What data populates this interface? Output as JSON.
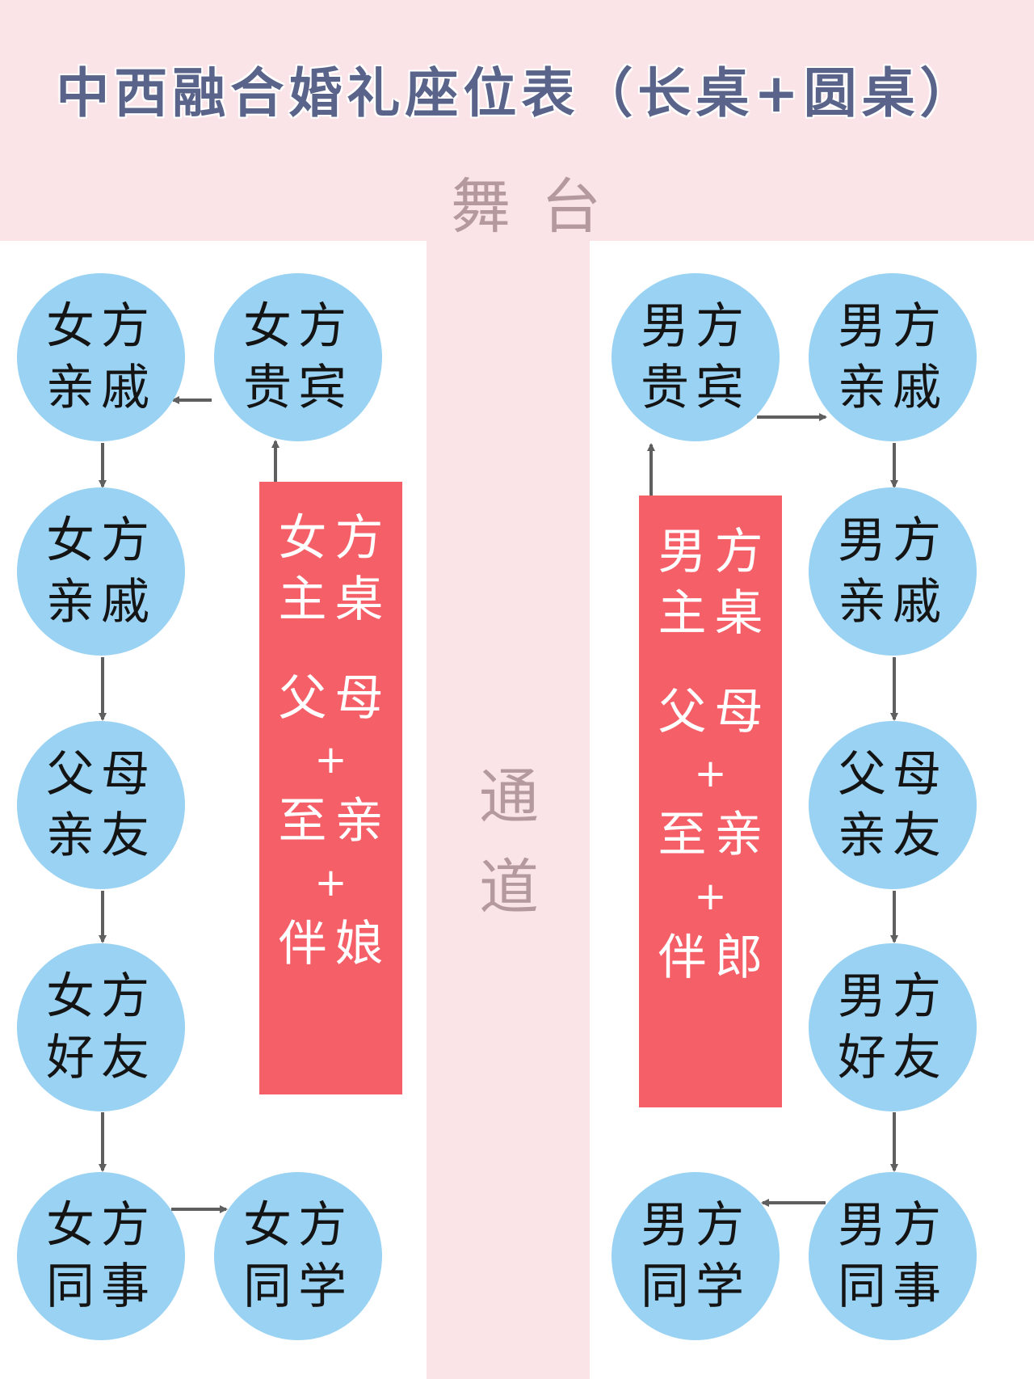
{
  "title": "中西融合婚礼座位表（长桌+圆桌）",
  "stage_label": "舞台",
  "aisle_label_1": "通",
  "aisle_label_2": "道",
  "bride_side": {
    "circles": [
      {
        "line1": "女方",
        "line2": "亲戚"
      },
      {
        "line1": "女方",
        "line2": "贵宾"
      },
      {
        "line1": "女方",
        "line2": "亲戚"
      },
      {
        "line1": "父母",
        "line2": "亲友"
      },
      {
        "line1": "女方",
        "line2": "好友"
      },
      {
        "line1": "女方",
        "line2": "同事"
      },
      {
        "line1": "女方",
        "line2": "同学"
      }
    ],
    "main_table": {
      "line1": "女方",
      "line2": "主桌",
      "line3": "父母",
      "plus1": "+",
      "line4": "至亲",
      "plus2": "+",
      "line5": "伴娘"
    }
  },
  "groom_side": {
    "circles": [
      {
        "line1": "男方",
        "line2": "贵宾"
      },
      {
        "line1": "男方",
        "line2": "亲戚"
      },
      {
        "line1": "男方",
        "line2": "亲戚"
      },
      {
        "line1": "父母",
        "line2": "亲友"
      },
      {
        "line1": "男方",
        "line2": "好友"
      },
      {
        "line1": "男方",
        "line2": "同事"
      },
      {
        "line1": "男方",
        "line2": "同学"
      }
    ],
    "main_table": {
      "line1": "男方",
      "line2": "主桌",
      "line3": "父母",
      "plus1": "+",
      "line4": "至亲",
      "plus2": "+",
      "line5": "伴郎"
    }
  },
  "colors": {
    "header_band": "#fbe4e8",
    "title": "#5a6389",
    "stage_text": "#b49a9f",
    "circle": "#99d2f2",
    "main_table": "#f55f68",
    "arrow": "#5f5f5f"
  }
}
